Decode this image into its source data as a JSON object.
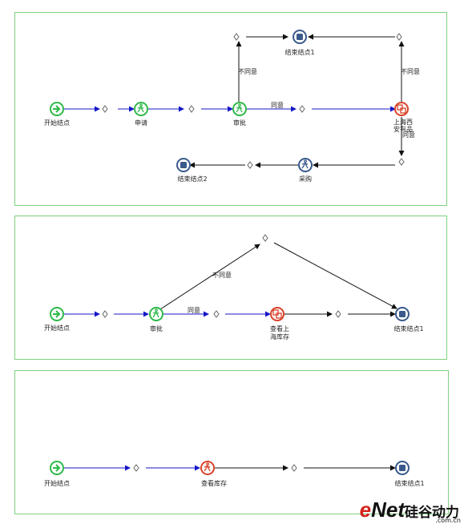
{
  "colors": {
    "start": "#2fb94a",
    "task": "#2fb94a",
    "end": "#3a5a8c",
    "decision": "#d9432a",
    "blueEdge": "#1717c8",
    "blackEdge": "#111111",
    "panelBorder": "#7ed17e"
  },
  "labels": {
    "start": "开始结点",
    "apply": "申请",
    "approve": "审批",
    "purchase": "采购",
    "end1": "结束结点1",
    "end2": "结束结点2",
    "shanghai_a": "上海西",
    "shanghai_b": "安有品",
    "check_a": "查看上",
    "check_b": "海库存",
    "check_stock": "查看库存",
    "agree": "同意",
    "disagree": "不同意"
  },
  "watermark": {
    "e": "e",
    "net": "Net",
    "cn": "硅谷动力",
    "sub": ".com.cn"
  }
}
